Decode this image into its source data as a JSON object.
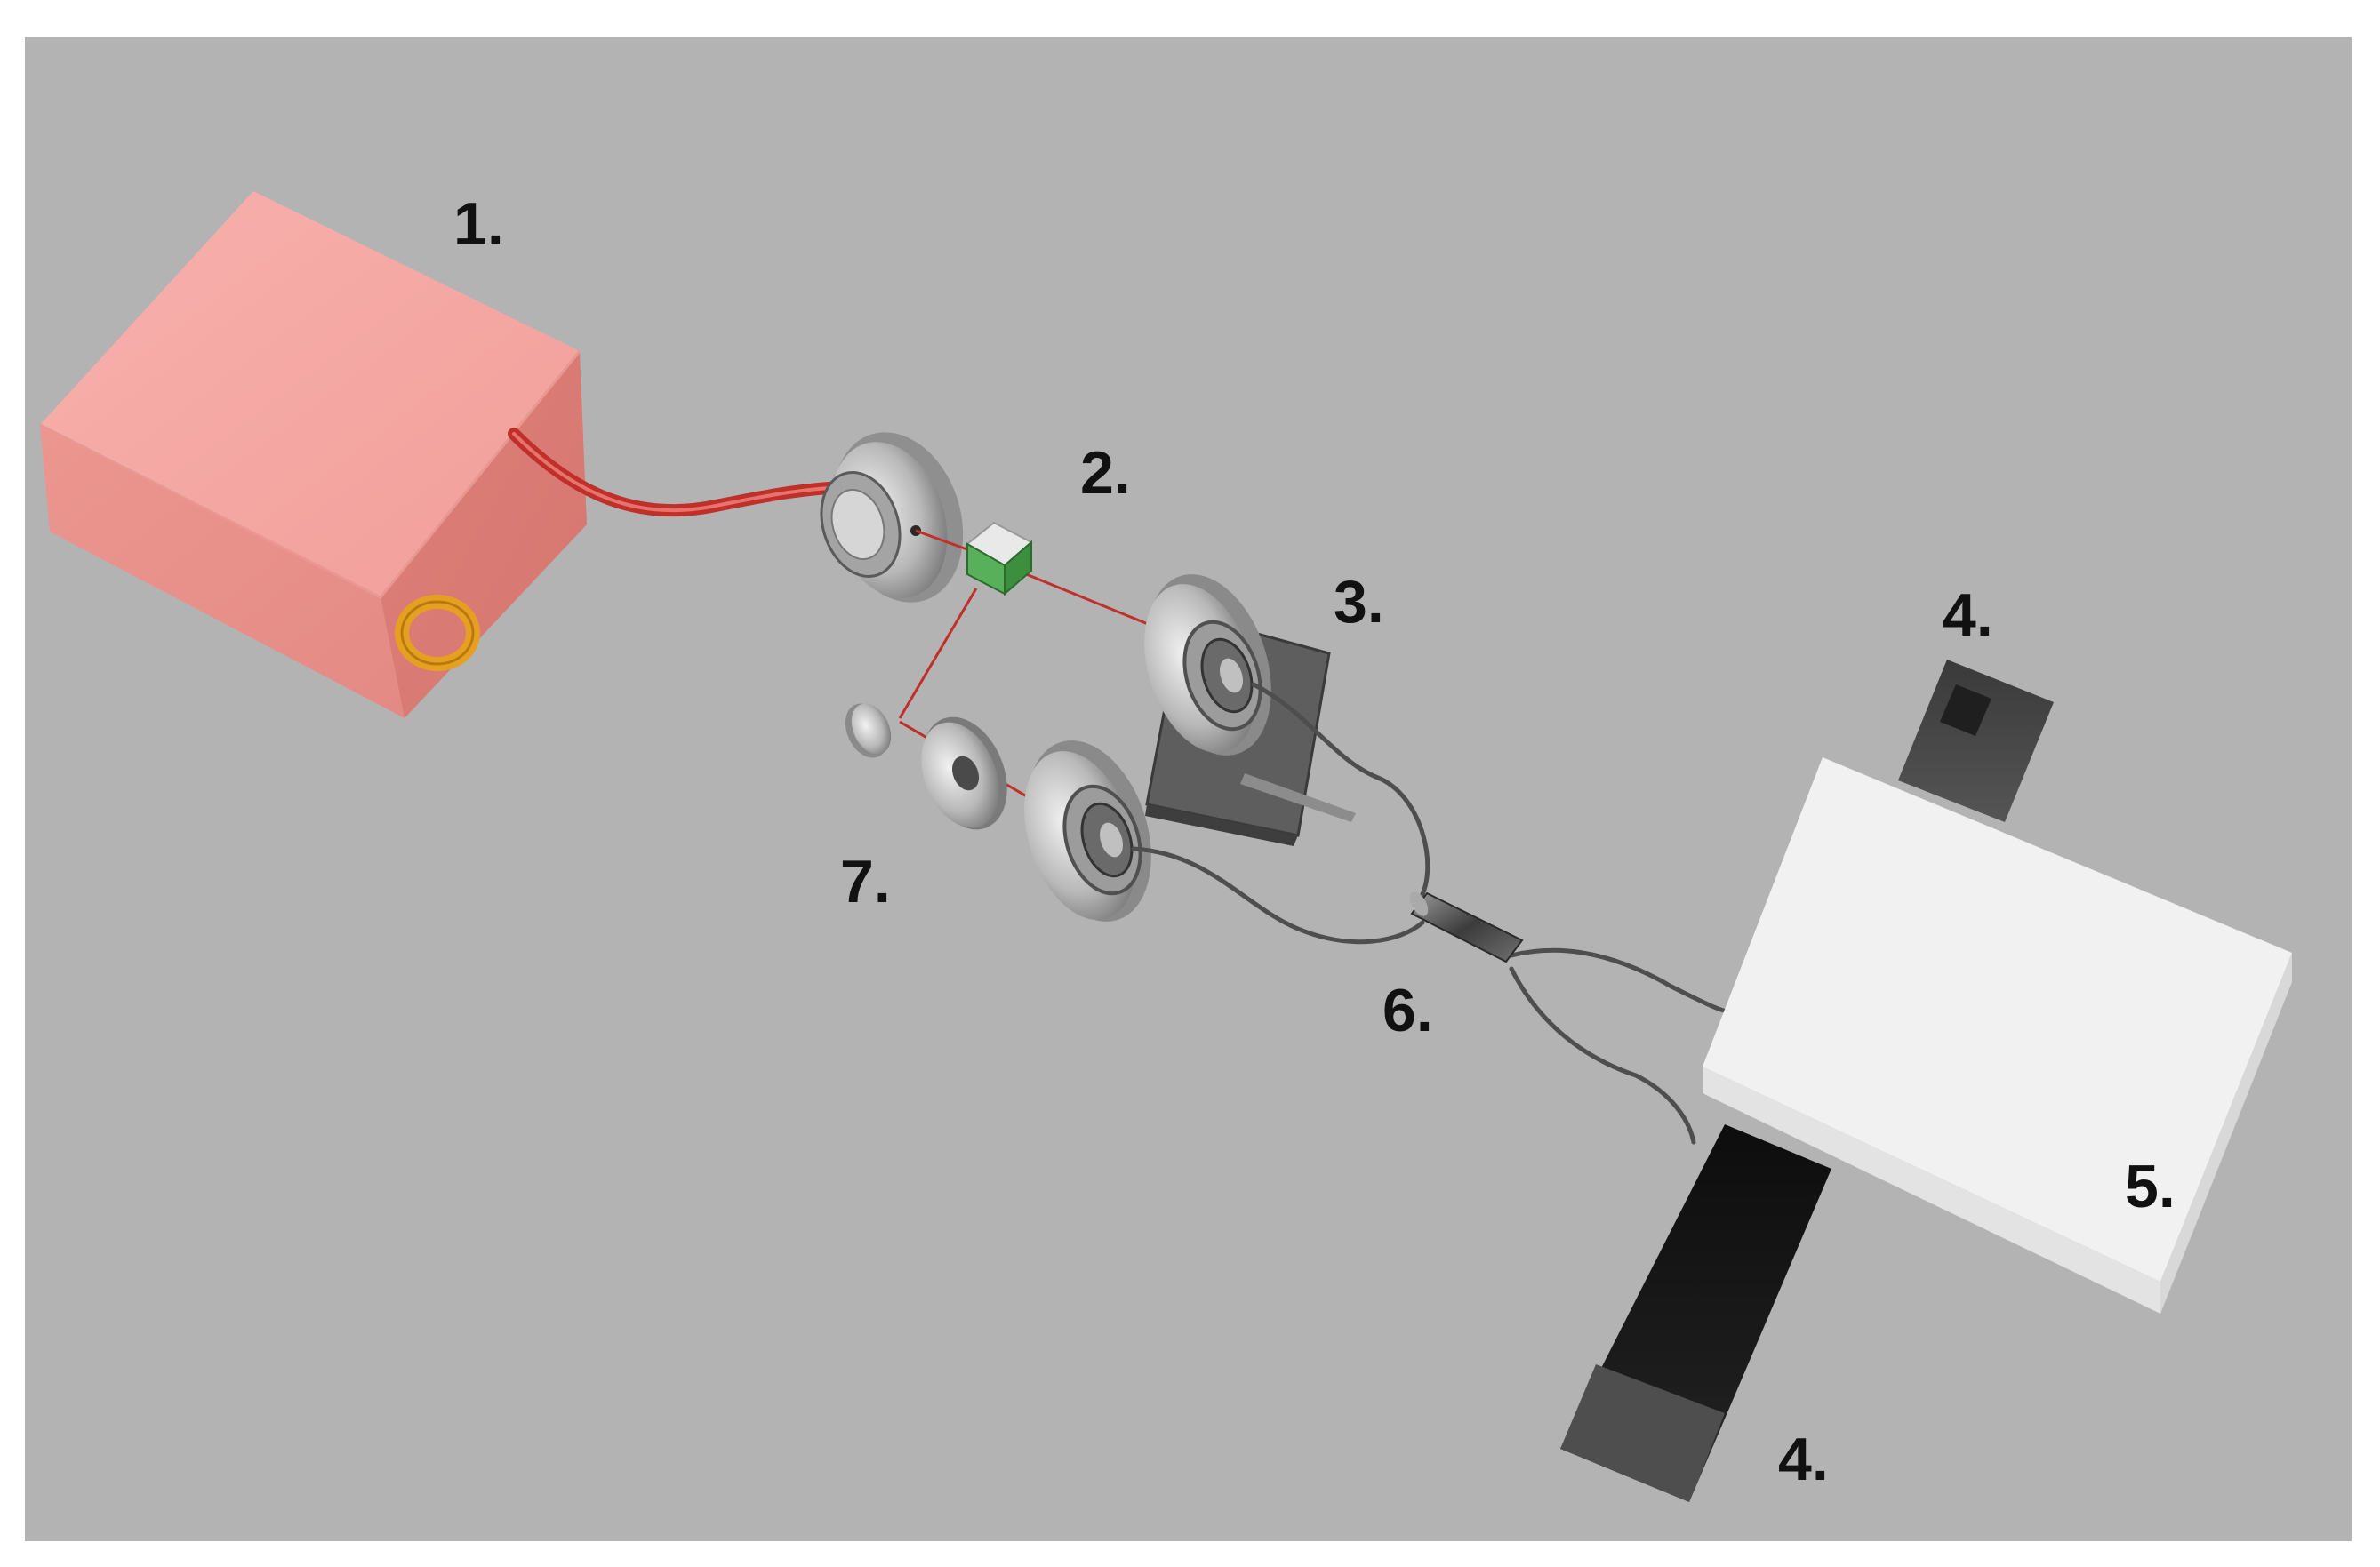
{
  "labels": {
    "l1": "1.",
    "l2": "2.",
    "l3": "3.",
    "l4_top": "4.",
    "l4_bottom": "4.",
    "l5": "5.",
    "l6": "6.",
    "l7": "7."
  },
  "colors": {
    "background": "#b3b3b3",
    "laser_box": "#f4a6a3",
    "beam": "#c03030",
    "fiber_red": "#c0302a",
    "metal": "#c8c8c8",
    "detector": "#f0f0f0",
    "magnet": "#1a1a1a",
    "ring": "#e0a020"
  },
  "icons": {
    "laser_source": "laser-box-icon",
    "collimator": "fiber-collimator-icon",
    "beam_splitter": "beam-splitter-cube-icon",
    "fiber_couplers": "fiber-coupler-mount-icon",
    "magnets": "magnet-pole-icon",
    "detector_box": "detector-box-icon",
    "fiber_combiner": "fiber-combiner-icon",
    "mirror_lens": "mirror-and-lens-icon"
  }
}
